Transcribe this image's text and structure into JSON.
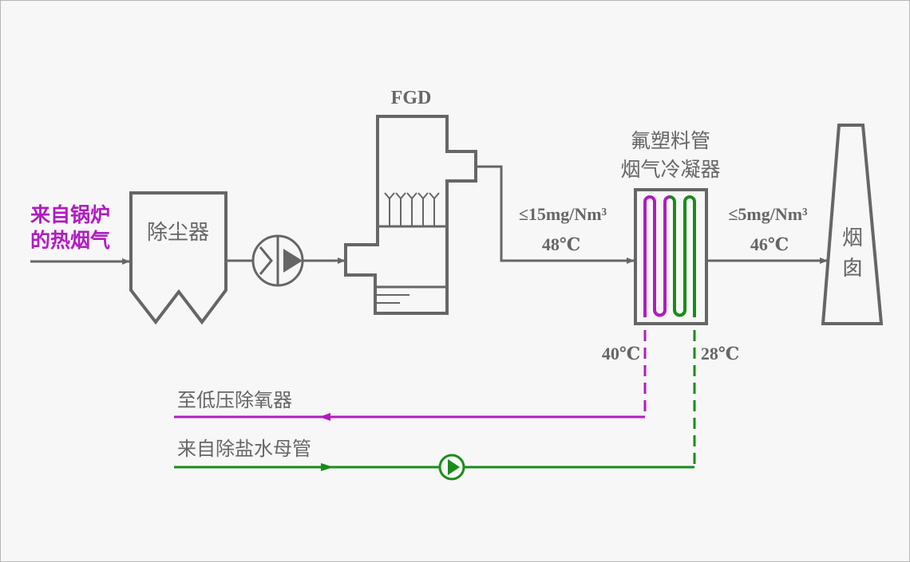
{
  "colors": {
    "gray": "#666666",
    "magenta": "#b01cc0",
    "green": "#1a8c1a",
    "background": "#f7f7f7"
  },
  "labels": {
    "inlet": [
      "来自锅炉",
      "的热烟气"
    ],
    "dust_collector": "除尘器",
    "fgd": "FGD",
    "condenser": [
      "氟塑料管",
      "烟气冷凝器"
    ],
    "chimney": [
      "烟",
      "囱"
    ],
    "after_fgd": {
      "emission": "≤15mg/Nm³",
      "temperature": "48℃"
    },
    "after_condenser": {
      "emission": "≤5mg/Nm³",
      "temperature": "46℃"
    },
    "water_out_temp": "40℃",
    "water_in_temp": "28℃",
    "water_out_dest": "至低压除氧器",
    "water_in_source": "来自除盐水母管"
  },
  "icons": {
    "fan": "induced-draft-fan-icon",
    "pump": "water-pump-icon"
  }
}
